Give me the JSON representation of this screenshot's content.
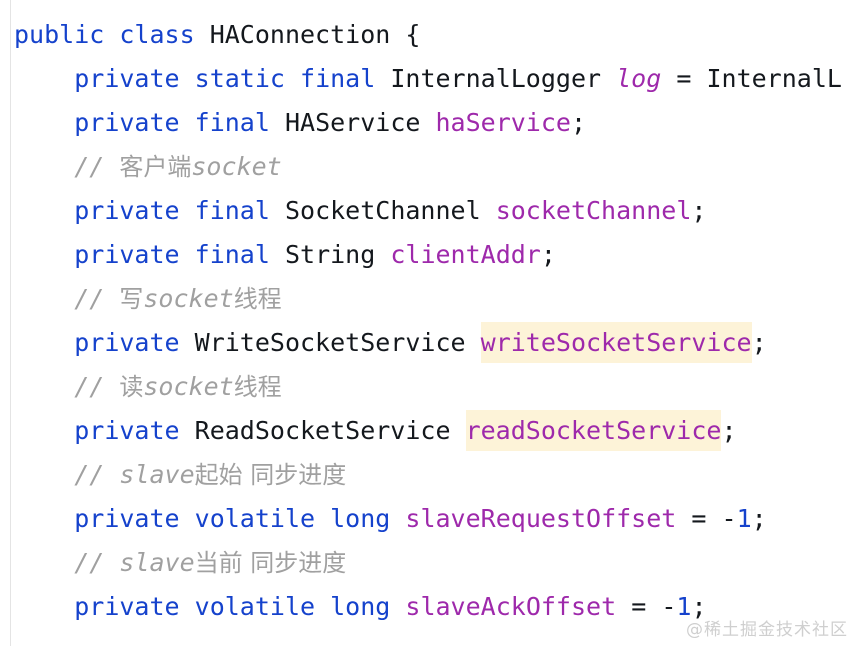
{
  "editor": {
    "language": "java",
    "class_name": "HAConnection",
    "background_color": "#ffffff",
    "colors": {
      "keyword": "#1542cc",
      "type": "#14181d",
      "identifier": "#9e29ab",
      "number": "#1542cc",
      "comment": "#a0a0a0",
      "highlight_background": "#fdf3d8",
      "gutter_rule": "#e4e4e4",
      "watermark": "#cfcfcf"
    }
  },
  "code_lines": [
    {
      "index": 0,
      "indent": 0,
      "tokens": [
        {
          "text": "public",
          "kind": "kw"
        },
        {
          "text": " ",
          "kind": "plain"
        },
        {
          "text": "class",
          "kind": "kw"
        },
        {
          "text": " ",
          "kind": "plain"
        },
        {
          "text": "HAConnection",
          "kind": "type"
        },
        {
          "text": " ",
          "kind": "plain"
        },
        {
          "text": "{",
          "kind": "punc"
        }
      ]
    },
    {
      "index": 1,
      "indent": 1,
      "tokens": [
        {
          "text": "private",
          "kind": "kw"
        },
        {
          "text": " ",
          "kind": "plain"
        },
        {
          "text": "static",
          "kind": "kw"
        },
        {
          "text": " ",
          "kind": "plain"
        },
        {
          "text": "final",
          "kind": "kw"
        },
        {
          "text": " ",
          "kind": "plain"
        },
        {
          "text": "InternalLogger",
          "kind": "type"
        },
        {
          "text": " ",
          "kind": "plain"
        },
        {
          "text": "log",
          "kind": "fld-italic"
        },
        {
          "text": " ",
          "kind": "plain"
        },
        {
          "text": "=",
          "kind": "op"
        },
        {
          "text": " ",
          "kind": "plain"
        },
        {
          "text": "InternalL",
          "kind": "type"
        }
      ]
    },
    {
      "index": 2,
      "indent": 1,
      "tokens": [
        {
          "text": "private",
          "kind": "kw"
        },
        {
          "text": " ",
          "kind": "plain"
        },
        {
          "text": "final",
          "kind": "kw"
        },
        {
          "text": " ",
          "kind": "plain"
        },
        {
          "text": "HAService",
          "kind": "type"
        },
        {
          "text": " ",
          "kind": "plain"
        },
        {
          "text": "haService",
          "kind": "ident"
        },
        {
          "text": ";",
          "kind": "punc"
        }
      ]
    },
    {
      "index": 3,
      "indent": 1,
      "tokens": [
        {
          "text": "// ",
          "kind": "cmt"
        },
        {
          "text": "客户端",
          "kind": "cmt-cjk"
        },
        {
          "text": "socket",
          "kind": "cmt"
        }
      ]
    },
    {
      "index": 4,
      "indent": 1,
      "tokens": [
        {
          "text": "private",
          "kind": "kw"
        },
        {
          "text": " ",
          "kind": "plain"
        },
        {
          "text": "final",
          "kind": "kw"
        },
        {
          "text": " ",
          "kind": "plain"
        },
        {
          "text": "SocketChannel",
          "kind": "type"
        },
        {
          "text": " ",
          "kind": "plain"
        },
        {
          "text": "socketChannel",
          "kind": "ident"
        },
        {
          "text": ";",
          "kind": "punc"
        }
      ]
    },
    {
      "index": 5,
      "indent": 1,
      "tokens": [
        {
          "text": "private",
          "kind": "kw"
        },
        {
          "text": " ",
          "kind": "plain"
        },
        {
          "text": "final",
          "kind": "kw"
        },
        {
          "text": " ",
          "kind": "plain"
        },
        {
          "text": "String",
          "kind": "type"
        },
        {
          "text": " ",
          "kind": "plain"
        },
        {
          "text": "clientAddr",
          "kind": "ident"
        },
        {
          "text": ";",
          "kind": "punc"
        }
      ]
    },
    {
      "index": 6,
      "indent": 1,
      "tokens": [
        {
          "text": "// ",
          "kind": "cmt"
        },
        {
          "text": "写",
          "kind": "cmt-cjk"
        },
        {
          "text": "socket",
          "kind": "cmt"
        },
        {
          "text": "线程",
          "kind": "cmt-cjk"
        }
      ]
    },
    {
      "index": 7,
      "indent": 1,
      "tokens": [
        {
          "text": "private",
          "kind": "kw"
        },
        {
          "text": " ",
          "kind": "plain"
        },
        {
          "text": "WriteSocketService",
          "kind": "type"
        },
        {
          "text": " ",
          "kind": "plain"
        },
        {
          "text": "writeSocketService",
          "kind": "ident",
          "highlight": true
        },
        {
          "text": ";",
          "kind": "punc"
        }
      ]
    },
    {
      "index": 8,
      "indent": 1,
      "tokens": [
        {
          "text": "// ",
          "kind": "cmt"
        },
        {
          "text": "读",
          "kind": "cmt-cjk"
        },
        {
          "text": "socket",
          "kind": "cmt"
        },
        {
          "text": "线程",
          "kind": "cmt-cjk"
        }
      ]
    },
    {
      "index": 9,
      "indent": 1,
      "tokens": [
        {
          "text": "private",
          "kind": "kw"
        },
        {
          "text": " ",
          "kind": "plain"
        },
        {
          "text": "ReadSocketService",
          "kind": "type"
        },
        {
          "text": " ",
          "kind": "plain"
        },
        {
          "text": "readSocketService",
          "kind": "ident",
          "highlight": true
        },
        {
          "text": ";",
          "kind": "punc"
        }
      ]
    },
    {
      "index": 10,
      "indent": 1,
      "tokens": [
        {
          "text": "// ",
          "kind": "cmt"
        },
        {
          "text": "slave",
          "kind": "cmt"
        },
        {
          "text": "起始 同步进度",
          "kind": "cmt-cjk"
        }
      ]
    },
    {
      "index": 11,
      "indent": 1,
      "tokens": [
        {
          "text": "private",
          "kind": "kw"
        },
        {
          "text": " ",
          "kind": "plain"
        },
        {
          "text": "volatile",
          "kind": "kw"
        },
        {
          "text": " ",
          "kind": "plain"
        },
        {
          "text": "long",
          "kind": "kw"
        },
        {
          "text": " ",
          "kind": "plain"
        },
        {
          "text": "slaveRequestOffset",
          "kind": "ident"
        },
        {
          "text": " ",
          "kind": "plain"
        },
        {
          "text": "=",
          "kind": "op"
        },
        {
          "text": " ",
          "kind": "plain"
        },
        {
          "text": "-",
          "kind": "op"
        },
        {
          "text": "1",
          "kind": "num"
        },
        {
          "text": ";",
          "kind": "punc"
        }
      ]
    },
    {
      "index": 12,
      "indent": 1,
      "tokens": [
        {
          "text": "// ",
          "kind": "cmt"
        },
        {
          "text": "slave",
          "kind": "cmt"
        },
        {
          "text": "当前 同步进度",
          "kind": "cmt-cjk"
        }
      ]
    },
    {
      "index": 13,
      "indent": 1,
      "tokens": [
        {
          "text": "private",
          "kind": "kw"
        },
        {
          "text": " ",
          "kind": "plain"
        },
        {
          "text": "volatile",
          "kind": "kw"
        },
        {
          "text": " ",
          "kind": "plain"
        },
        {
          "text": "long",
          "kind": "kw"
        },
        {
          "text": " ",
          "kind": "plain"
        },
        {
          "text": "slaveAckOffset",
          "kind": "ident"
        },
        {
          "text": " ",
          "kind": "plain"
        },
        {
          "text": "=",
          "kind": "op"
        },
        {
          "text": " ",
          "kind": "plain"
        },
        {
          "text": "-",
          "kind": "op"
        },
        {
          "text": "1",
          "kind": "num"
        },
        {
          "text": ";",
          "kind": "punc"
        }
      ]
    }
  ],
  "watermark": {
    "text": "@稀土掘金技术社区"
  }
}
